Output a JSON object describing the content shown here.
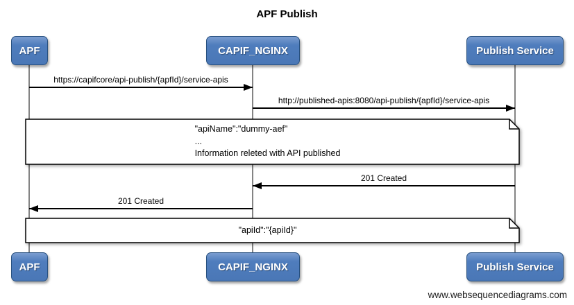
{
  "title": "APF Publish",
  "actors": [
    {
      "label": "APF"
    },
    {
      "label": "CAPIF_NGINX"
    },
    {
      "label": "Publish Service"
    }
  ],
  "messages": [
    {
      "text": "https://capifcore/api-publish/{apfId}/service-apis",
      "from": "APF",
      "to": "CAPIF_NGINX",
      "direction": "right"
    },
    {
      "text": "http://published-apis:8080/api-publish/{apfId}/service-apis",
      "from": "CAPIF_NGINX",
      "to": "Publish Service",
      "direction": "right"
    },
    {
      "text": "201 Created",
      "from": "Publish Service",
      "to": "CAPIF_NGINX",
      "direction": "left"
    },
    {
      "text": "201 Created",
      "from": "CAPIF_NGINX",
      "to": "APF",
      "direction": "left"
    }
  ],
  "notes": [
    {
      "lines": [
        "\"apiName\":\"dummy-aef\"",
        "...",
        "Information releted with API published"
      ]
    },
    {
      "lines": [
        "\"apiId\":\"{apiId}\""
      ]
    }
  ],
  "watermark": "www.websequencediagrams.com",
  "colors": {
    "actor_fill": "#4a77b6",
    "actor_border": "#27507f",
    "lifeline": "#848484",
    "arrow": "#000000",
    "note_fill": "#ffffff"
  }
}
